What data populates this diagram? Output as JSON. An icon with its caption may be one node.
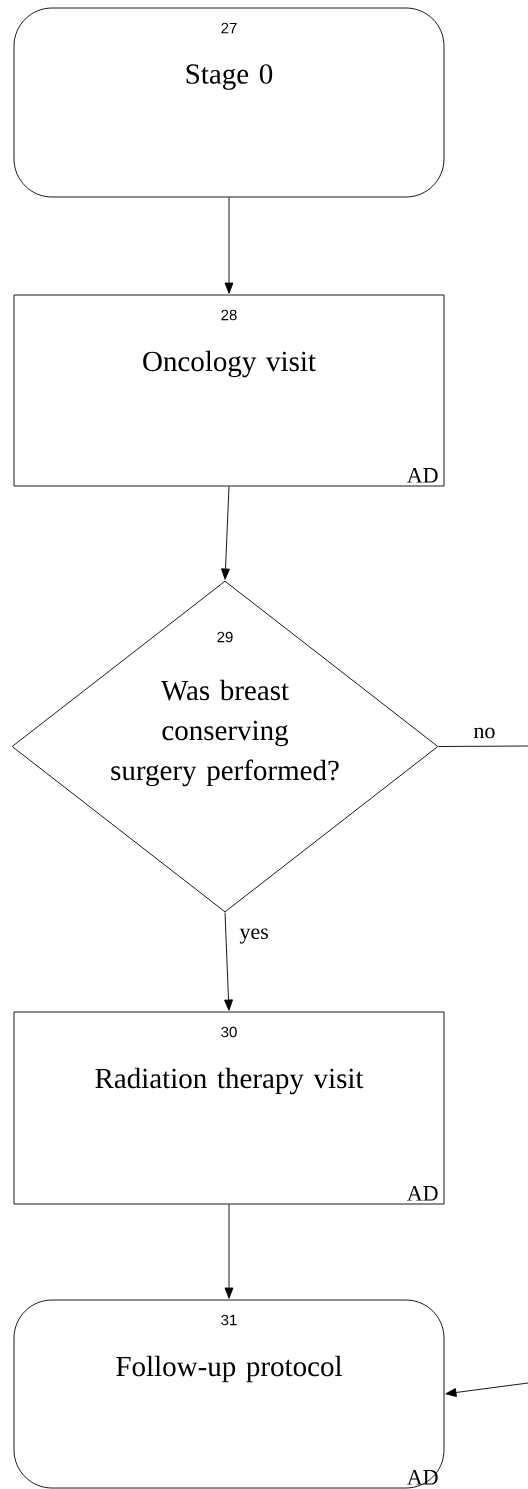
{
  "diagram": {
    "nodes": [
      {
        "text": [
          "27",
          "Stage 0"
        ]
      },
      {
        "text": [
          "28",
          "Oncology visit",
          "AD"
        ]
      },
      {
        "text": [
          "29",
          "Was breast conserving surgery performed?"
        ]
      },
      {
        "text": [
          "30",
          "Radiation therapy visit",
          "AD"
        ]
      },
      {
        "text": [
          "31",
          "Follow-up protocol",
          "AD"
        ]
      }
    ],
    "edges": [
      {
        "from": 0,
        "to": 1,
        "arrow": "to"
      },
      {
        "from": 1,
        "to": 2,
        "arrow": "to"
      },
      {
        "from": 2,
        "to": 3,
        "arrow": "to",
        "label": "yes"
      },
      {
        "from": 3,
        "to": 4,
        "arrow": "to"
      },
      {
        "from": 2,
        "to": null,
        "arrow": "none",
        "label": "no"
      },
      {
        "from": null,
        "to": 4,
        "arrow": "to"
      }
    ]
  }
}
